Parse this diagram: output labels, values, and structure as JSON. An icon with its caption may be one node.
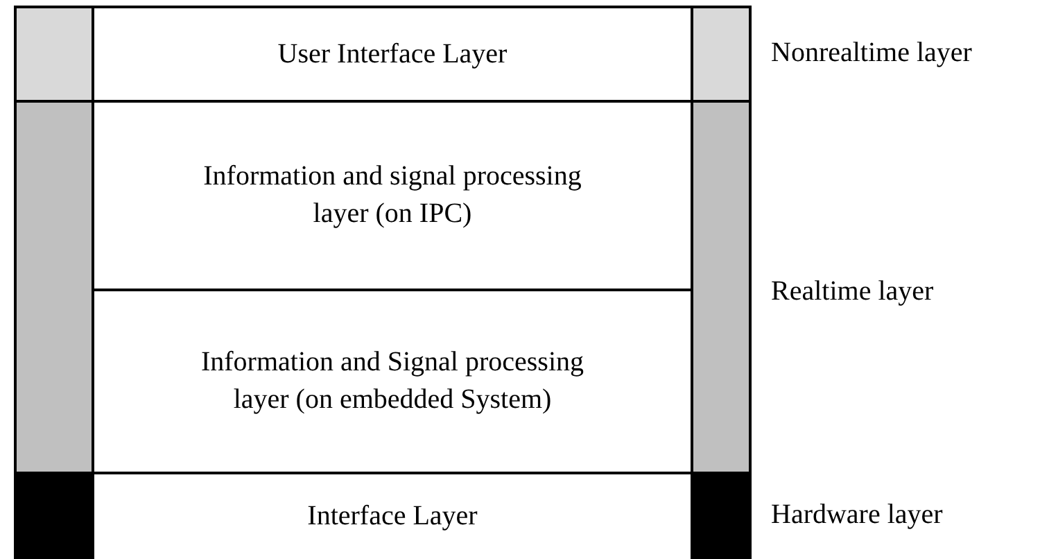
{
  "diagram": {
    "nodes": [
      {
        "text": [],
        "shape": "bar"
      },
      {
        "text": [
          "User Interface Layer"
        ]
      },
      {
        "text": [],
        "shape": "bar"
      },
      {
        "text": [],
        "shape": "bar"
      },
      {
        "text": [
          "Information and signal processing layer (on IPC)"
        ]
      },
      {
        "text": [
          "Information and Signal processing layer (on embedded System)"
        ]
      },
      {
        "text": [],
        "shape": "bar"
      },
      {
        "text": [],
        "shape": "bar"
      },
      {
        "text": [
          "Interface Layer"
        ]
      },
      {
        "text": [],
        "shape": "bar"
      }
    ],
    "labels": [
      "Nonrealtime layer",
      "Realtime layer",
      "Hardware layer"
    ]
  }
}
